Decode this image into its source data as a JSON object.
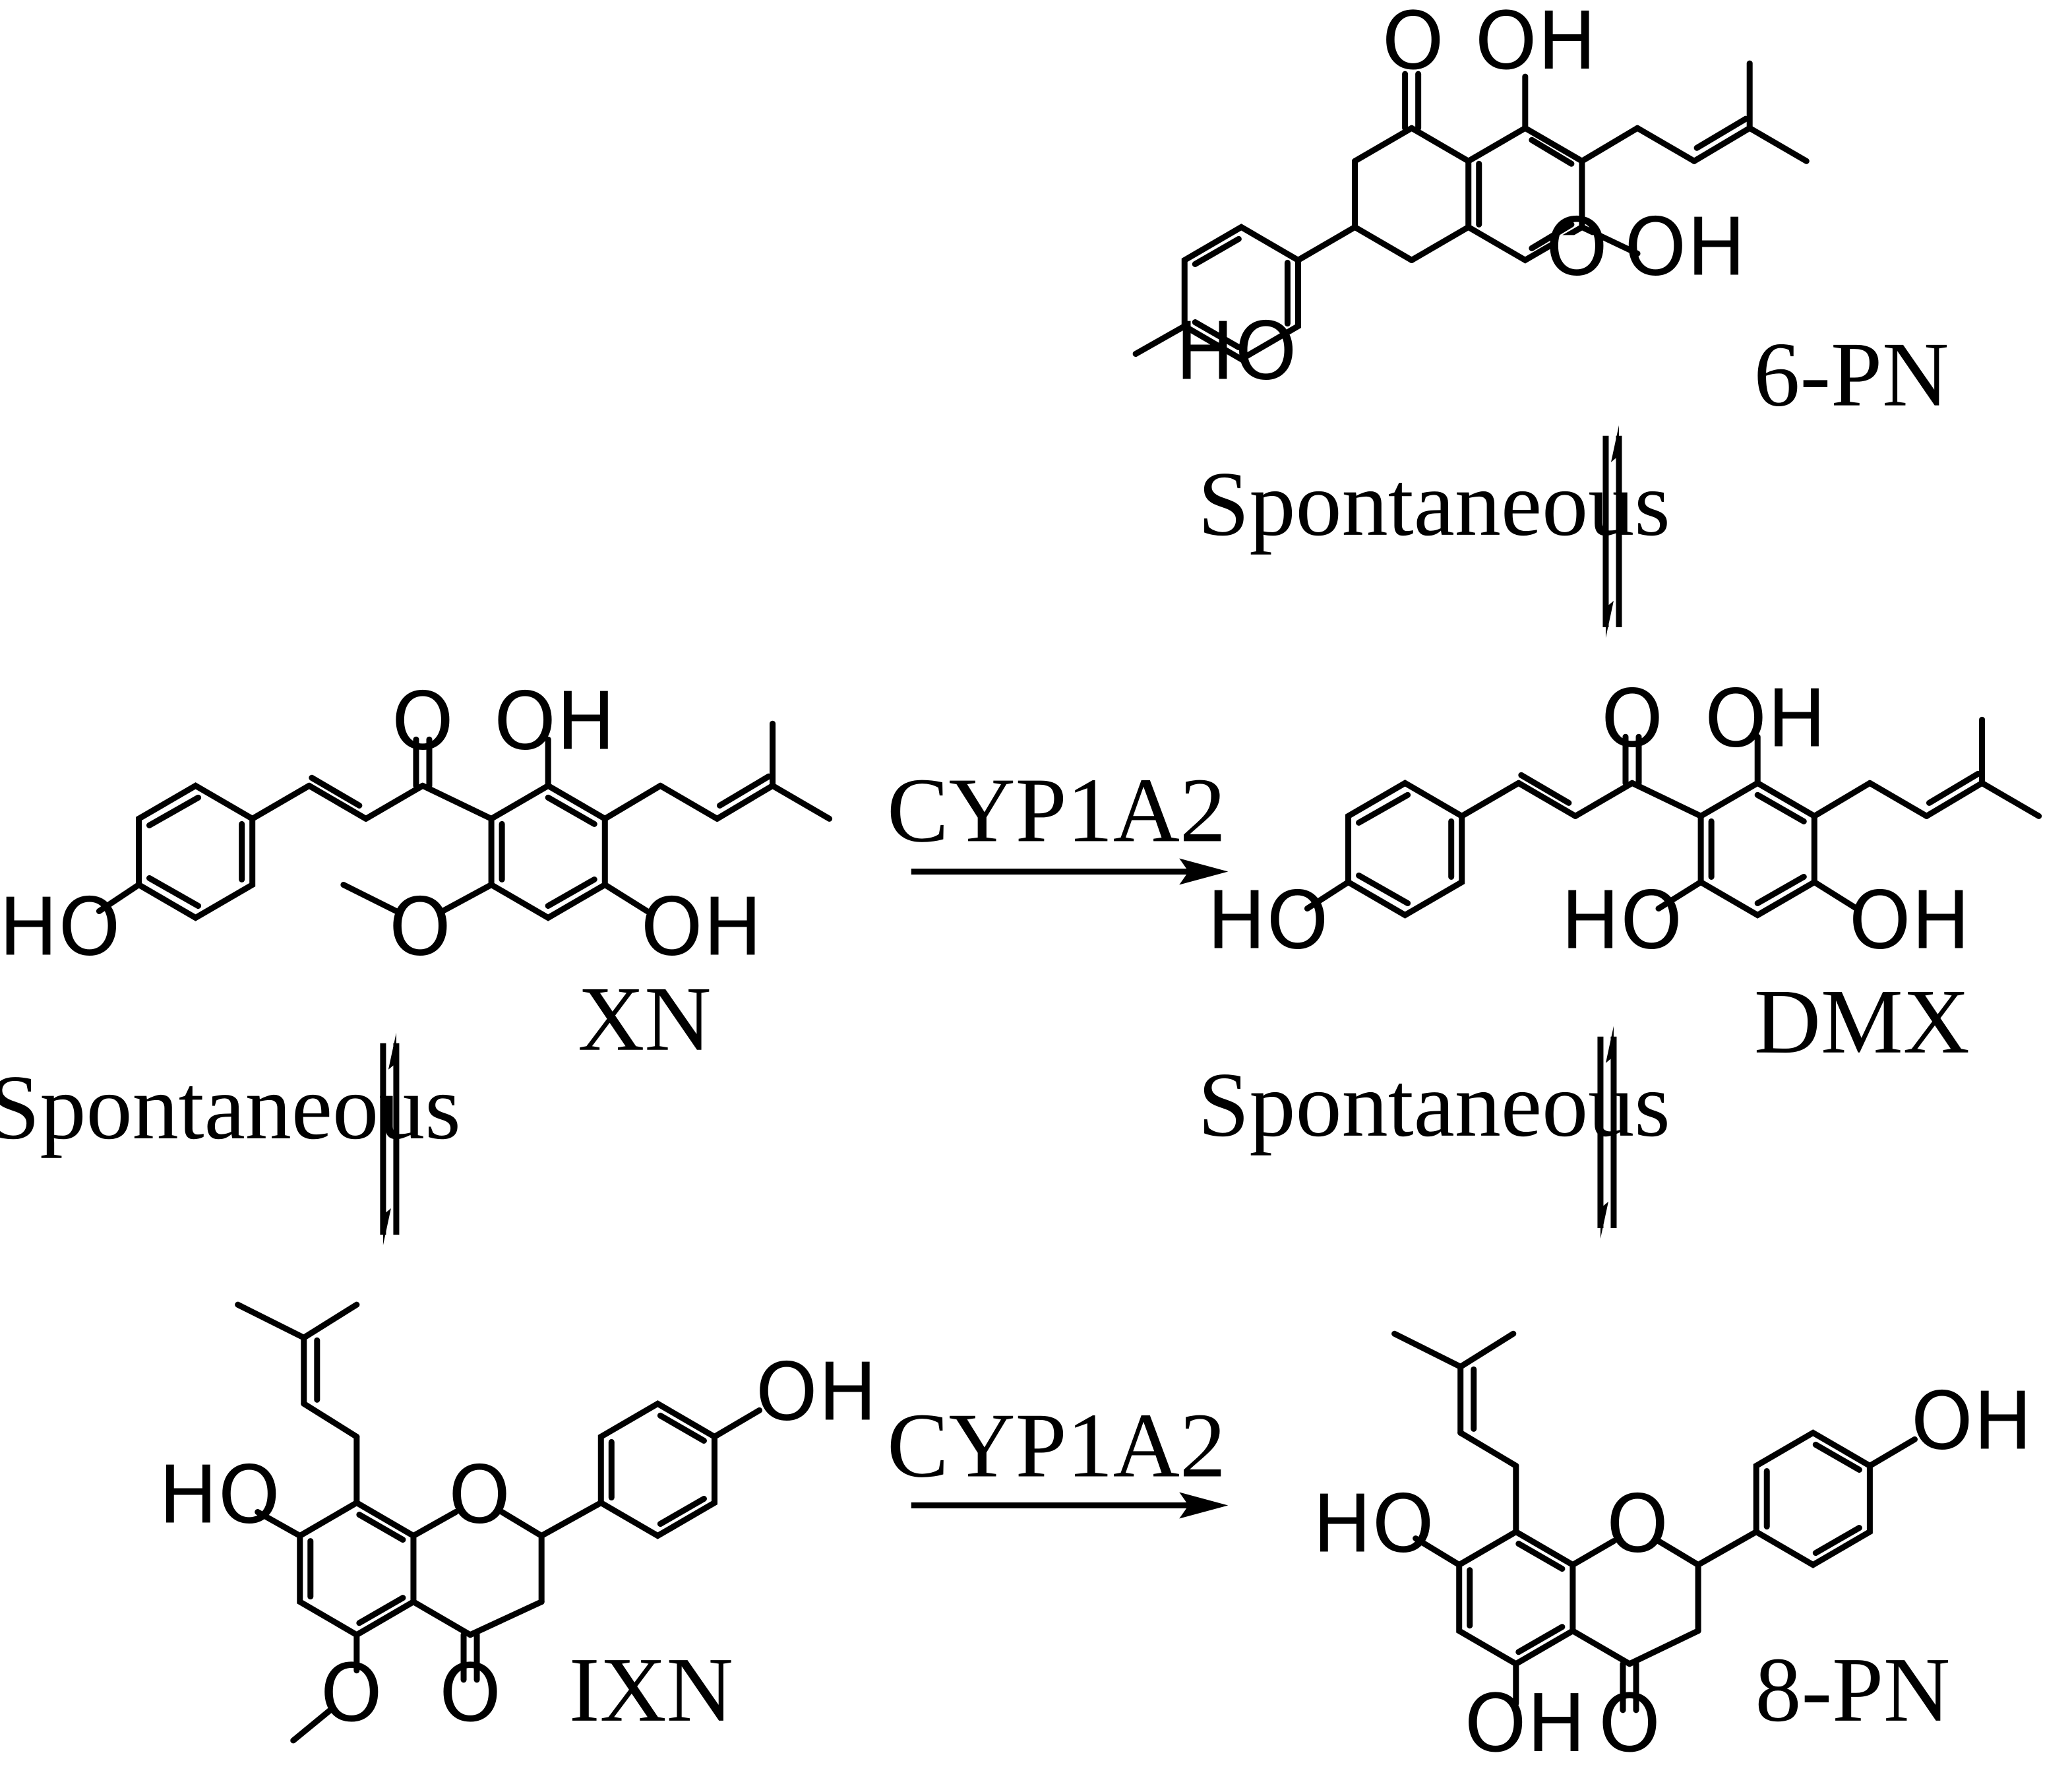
{
  "compounds": {
    "pn6": {
      "label": "6-PN"
    },
    "xn": {
      "label": "XN"
    },
    "dmx": {
      "label": "DMX"
    },
    "ixn": {
      "label": "IXN"
    },
    "pn8": {
      "label": "8-PN"
    }
  },
  "atoms": {
    "o": "O",
    "oh": "OH",
    "ho": "HO"
  },
  "reactions": {
    "spontaneous": "Spontaneous",
    "enzyme": "CYP1A2"
  }
}
